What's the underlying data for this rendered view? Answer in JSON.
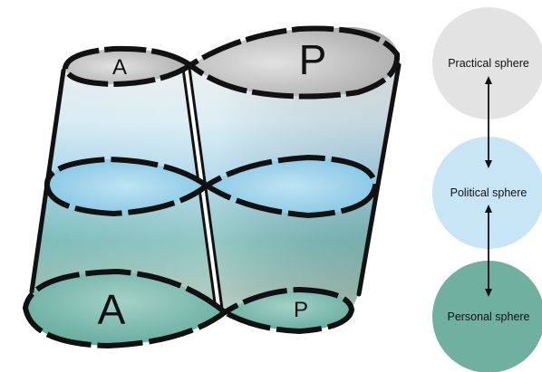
{
  "cylinder": {
    "top_left_letter": "A",
    "top_right_letter": "P",
    "bottom_left_letter": "A",
    "bottom_right_letter": "P"
  },
  "spheres": [
    {
      "label": "Practical sphere",
      "color": "#e3e3e3"
    },
    {
      "label": "Political sphere",
      "color": "#c8e5f5"
    },
    {
      "label": "Personal sphere",
      "color": "#6fb09e"
    }
  ]
}
